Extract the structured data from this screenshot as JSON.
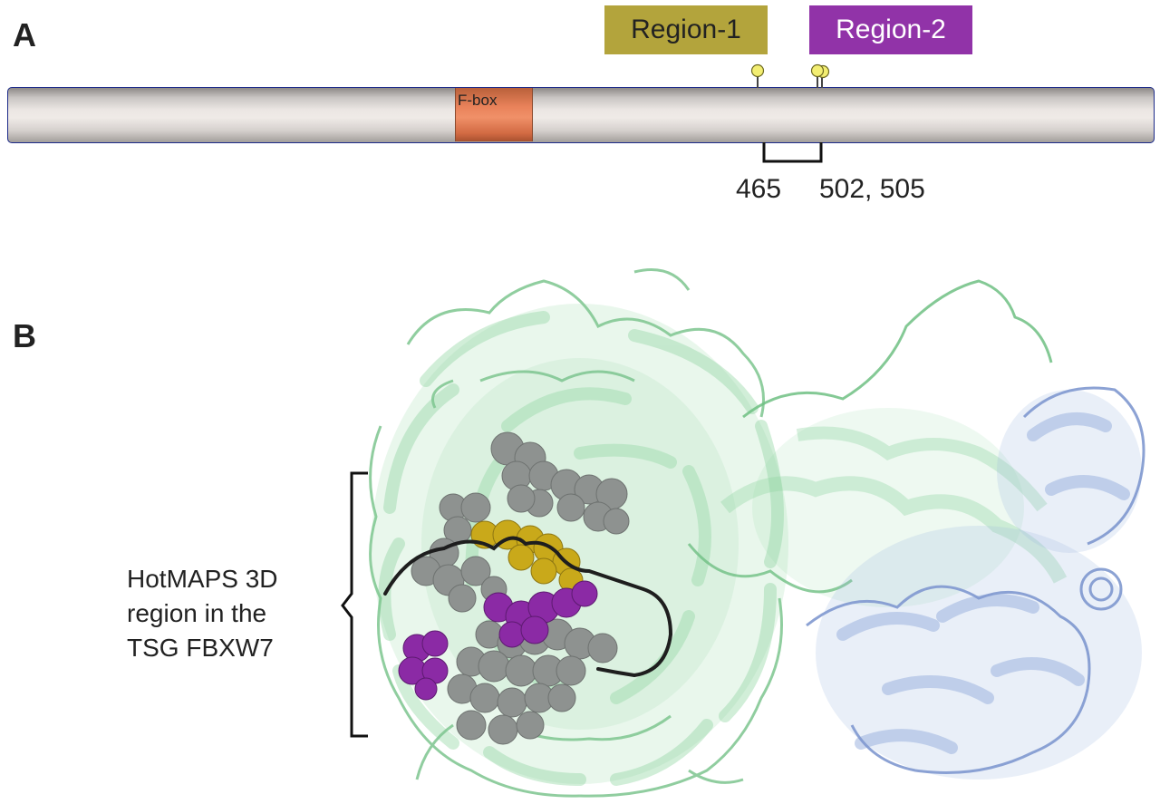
{
  "panel_a": {
    "letter": "A",
    "regions": [
      {
        "label": "Region-1",
        "color": "#b3a43c",
        "text_color": "#222222"
      },
      {
        "label": "Region-2",
        "color": "#9133a8",
        "text_color": "#ffffff"
      }
    ],
    "domain_label": "F-box",
    "domain_color": "#e07a52",
    "mutation_positions": [
      "465",
      "502, 505"
    ]
  },
  "panel_b": {
    "letter": "B",
    "annotation": [
      "HotMAPS 3D",
      "region in the",
      "TSG FBXW7"
    ],
    "colors": {
      "propeller": "#8fd4a0",
      "linker": "#6fbf83",
      "partner": "#9db4e0",
      "hotspot_gray": "#8e9290",
      "hotspot_yellow": "#c9a91a",
      "hotspot_purple": "#8b2aa5"
    }
  }
}
